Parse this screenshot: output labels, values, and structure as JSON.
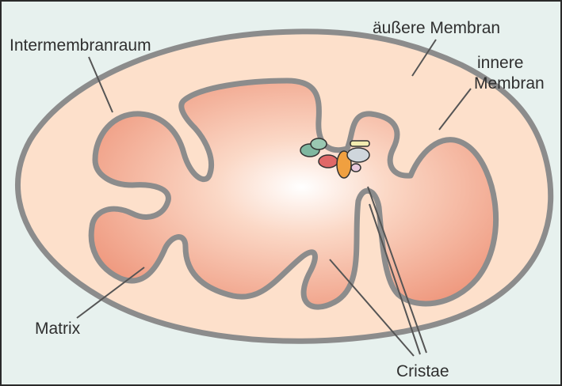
{
  "diagram": {
    "labels": {
      "intermembrane_space": "Intermembranraum",
      "outer_membrane": "äußere Membran",
      "inner_membrane_line1": "innere",
      "inner_membrane_line2": "Membran",
      "matrix": "Matrix",
      "cristae": "Cristae"
    },
    "colors": {
      "background": "#e7f1ee",
      "intermembrane_fill": "#fde0cb",
      "membrane_stroke": "#8c8c8c",
      "matrix_outer": "#ef9a80",
      "matrix_inner": "#ffffff",
      "leader_line": "#555555"
    },
    "complex_colors": [
      "#7fb7a0",
      "#e06868",
      "#f0a040",
      "#cfd6dc",
      "#f2ecb0",
      "#e8c8dc"
    ]
  }
}
